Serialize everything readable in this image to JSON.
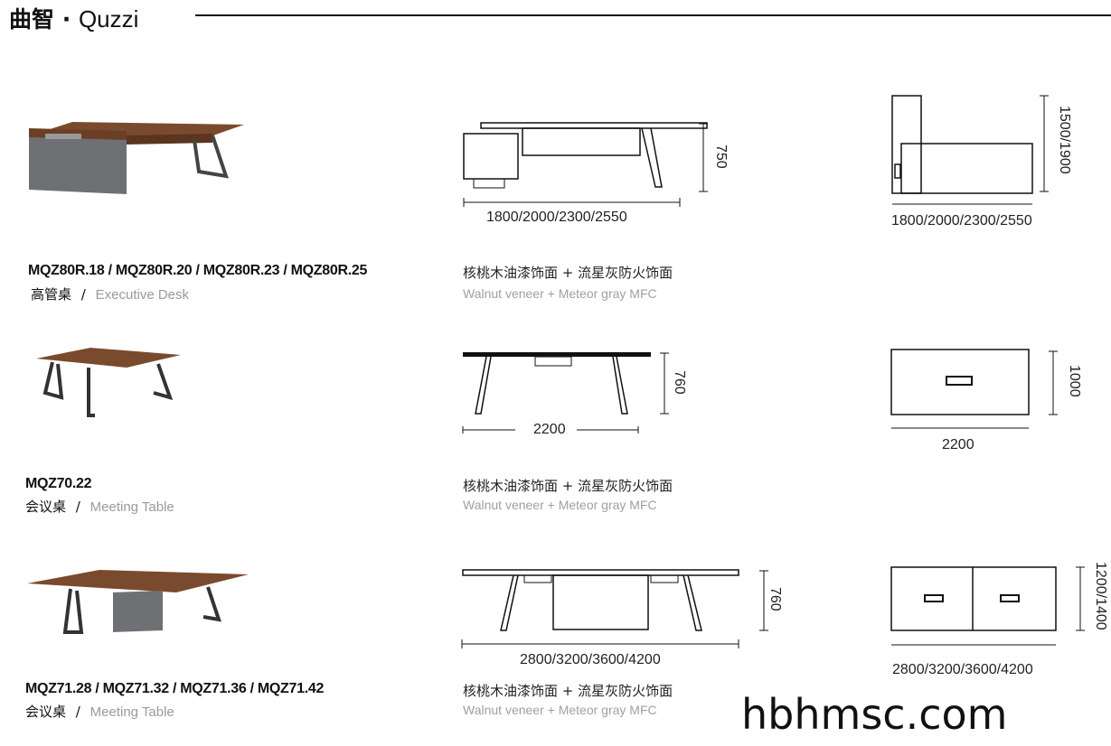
{
  "header": {
    "brand_cn": "曲智",
    "separator": "·",
    "brand_en": "Quzzi"
  },
  "products": [
    {
      "model": "MQZ80R.18 / MQZ80R.20 / MQZ80R.23 / MQZ80R.25",
      "type_cn": "高管桌",
      "slash": "/",
      "type_en": "Executive Desk",
      "material_cn": "核桃木油漆饰面 + 流星灰防火饰面",
      "material_en": "Walnut veneer + Meteor gray MFC",
      "front_width": "1800/2000/2300/2550",
      "front_height": "750",
      "top_width": "1800/2000/2300/2550",
      "top_depth": "1500/1900"
    },
    {
      "model": "MQZ70.22",
      "type_cn": "会议桌",
      "slash": "/",
      "type_en": "Meeting Table",
      "material_cn": "核桃木油漆饰面 + 流星灰防火饰面",
      "material_en": "Walnut veneer + Meteor gray MFC",
      "front_width": "2200",
      "front_height": "760",
      "top_width": "2200",
      "top_depth": "1000"
    },
    {
      "model": "MQZ71.28 / MQZ71.32 / MQZ71.36 / MQZ71.42",
      "type_cn": "会议桌",
      "slash": "/",
      "type_en": "Meeting Table",
      "material_cn": "核桃木油漆饰面 + 流星灰防火饰面",
      "material_en": "Walnut veneer + Meteor gray MFC",
      "front_width": "2800/3200/3600/4200",
      "front_height": "760",
      "top_width": "2800/3200/3600/4200",
      "top_depth": "1200/1400"
    }
  ],
  "watermark": "hbhmsc.com",
  "colors": {
    "walnut": "#7a4a2e",
    "gray": "#6e7073",
    "line": "#111111"
  }
}
